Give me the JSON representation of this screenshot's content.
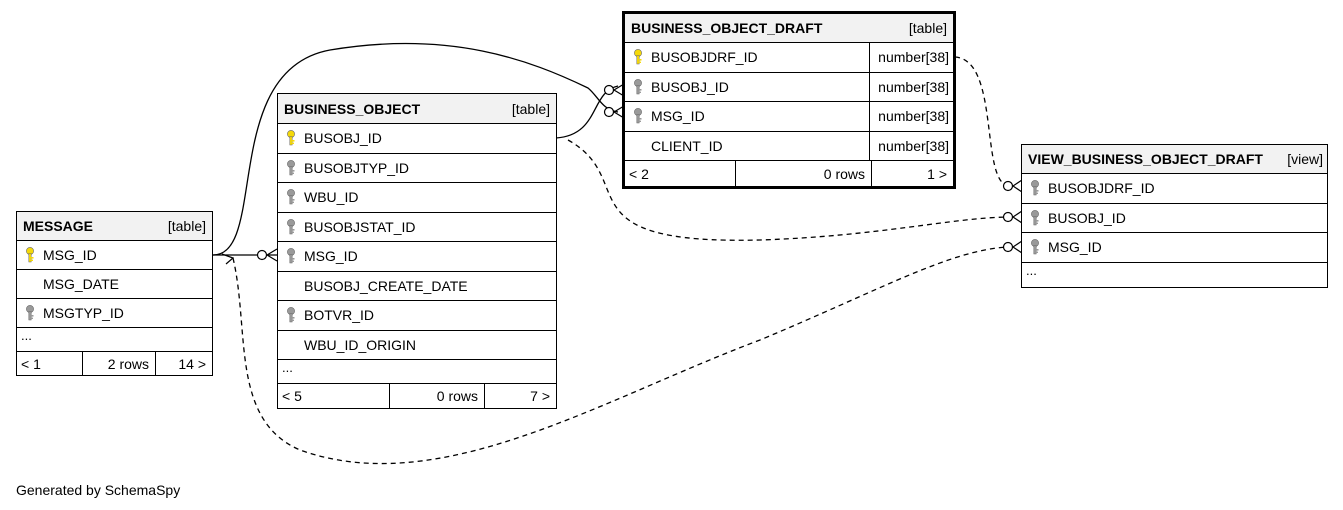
{
  "tables": {
    "message": {
      "name": "MESSAGE",
      "type": "[table]",
      "columns": [
        {
          "name": "MSG_ID",
          "key": "primary-key-icon"
        },
        {
          "name": "MSG_DATE",
          "key": ""
        },
        {
          "name": "MSGTYP_ID",
          "key": "foreign-key-icon"
        }
      ],
      "more": "...",
      "footer": {
        "parents": "< 1",
        "rows": "2 rows",
        "children": "14 >"
      }
    },
    "business_object": {
      "name": "BUSINESS_OBJECT",
      "type": "[table]",
      "columns": [
        {
          "name": "BUSOBJ_ID",
          "key": "primary-key-icon"
        },
        {
          "name": "BUSOBJTYP_ID",
          "key": "foreign-key-icon"
        },
        {
          "name": "WBU_ID",
          "key": "foreign-key-icon"
        },
        {
          "name": "BUSOBJSTAT_ID",
          "key": "foreign-key-icon"
        },
        {
          "name": "MSG_ID",
          "key": "foreign-key-icon"
        },
        {
          "name": "BUSOBJ_CREATE_DATE",
          "key": ""
        },
        {
          "name": "BOTVR_ID",
          "key": "foreign-key-icon"
        },
        {
          "name": "WBU_ID_ORIGIN",
          "key": ""
        }
      ],
      "more": "...",
      "footer": {
        "parents": "< 5",
        "rows": "0 rows",
        "children": "7 >"
      }
    },
    "business_object_draft": {
      "name": "BUSINESS_OBJECT_DRAFT",
      "type": "[table]",
      "columns": [
        {
          "name": "BUSOBJDRF_ID",
          "key": "primary-key-icon",
          "datatype": "number[38]"
        },
        {
          "name": "BUSOBJ_ID",
          "key": "foreign-key-icon",
          "datatype": "number[38]"
        },
        {
          "name": "MSG_ID",
          "key": "foreign-key-icon",
          "datatype": "number[38]"
        },
        {
          "name": "CLIENT_ID",
          "key": "",
          "datatype": "number[38]"
        }
      ],
      "footer": {
        "parents": "< 2",
        "rows": "0 rows",
        "children": "1 >"
      }
    },
    "view_business_object_draft": {
      "name": "VIEW_BUSINESS_OBJECT_DRAFT",
      "type": "[view]",
      "columns": [
        {
          "name": "BUSOBJDRF_ID",
          "key": "foreign-key-icon"
        },
        {
          "name": "BUSOBJ_ID",
          "key": "foreign-key-icon"
        },
        {
          "name": "MSG_ID",
          "key": "foreign-key-icon"
        }
      ],
      "more": "..."
    }
  },
  "colors": {
    "primary_key": "#f5d90a",
    "foreign_key": "#9a9a9a",
    "header_bg": "#f2f2f2"
  },
  "footer_text": "Generated by SchemaSpy"
}
